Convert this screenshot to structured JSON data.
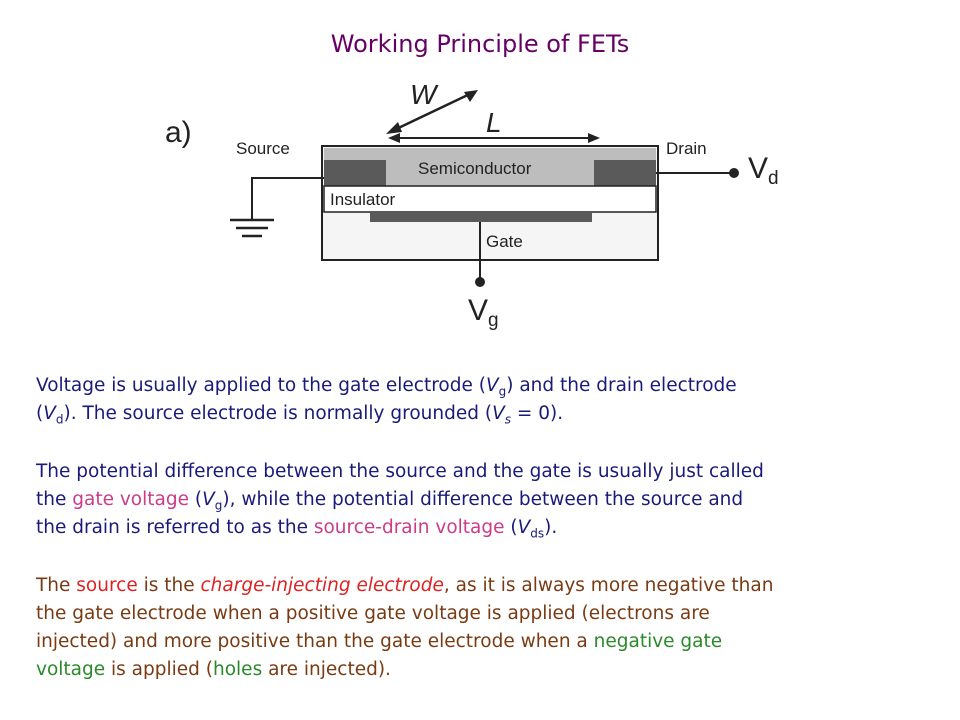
{
  "title": "Working Principle of FETs",
  "diagram": {
    "panel": "a)",
    "w_label": "W",
    "l_label": "L",
    "source": "Source",
    "drain": "Drain",
    "semiconductor": "Semiconductor",
    "insulator": "Insulator",
    "gate": "Gate",
    "vd_main": "V",
    "vd_sub": "d",
    "vg_main": "V",
    "vg_sub": "g"
  },
  "p1": {
    "t1": "Voltage is usually applied to the gate electrode (",
    "v": "V",
    "g": "g",
    "t2": ") and the drain electrode",
    "t3": "(",
    "d": "d",
    "t4": "). The source electrode is normally grounded (",
    "s": "s",
    "t5": " = 0)."
  },
  "p2": {
    "t1": "The potential difference between the source and the gate is usually just called",
    "t2": "the ",
    "gate_voltage": "gate voltage",
    "t3": " (",
    "t4": "), while the potential difference between the source and",
    "t5": "the drain is referred to as the ",
    "sd_voltage": "source-drain voltage",
    "t6": " (",
    "ds": "ds",
    "t7": ")."
  },
  "p3": {
    "t1": "The ",
    "source": "source",
    "t2": " is the ",
    "cie": "charge-injecting electrode",
    "t3": ", as it is always more negative than",
    "t4": "the gate electrode when a positive gate voltage is applied (electrons are",
    "t5": "injected) and more positive than the gate electrode when a ",
    "negative_gate": "negative gate",
    "voltage": "voltage",
    "t6": " is applied (",
    "holes": "holes",
    "t7": " are injected)."
  }
}
